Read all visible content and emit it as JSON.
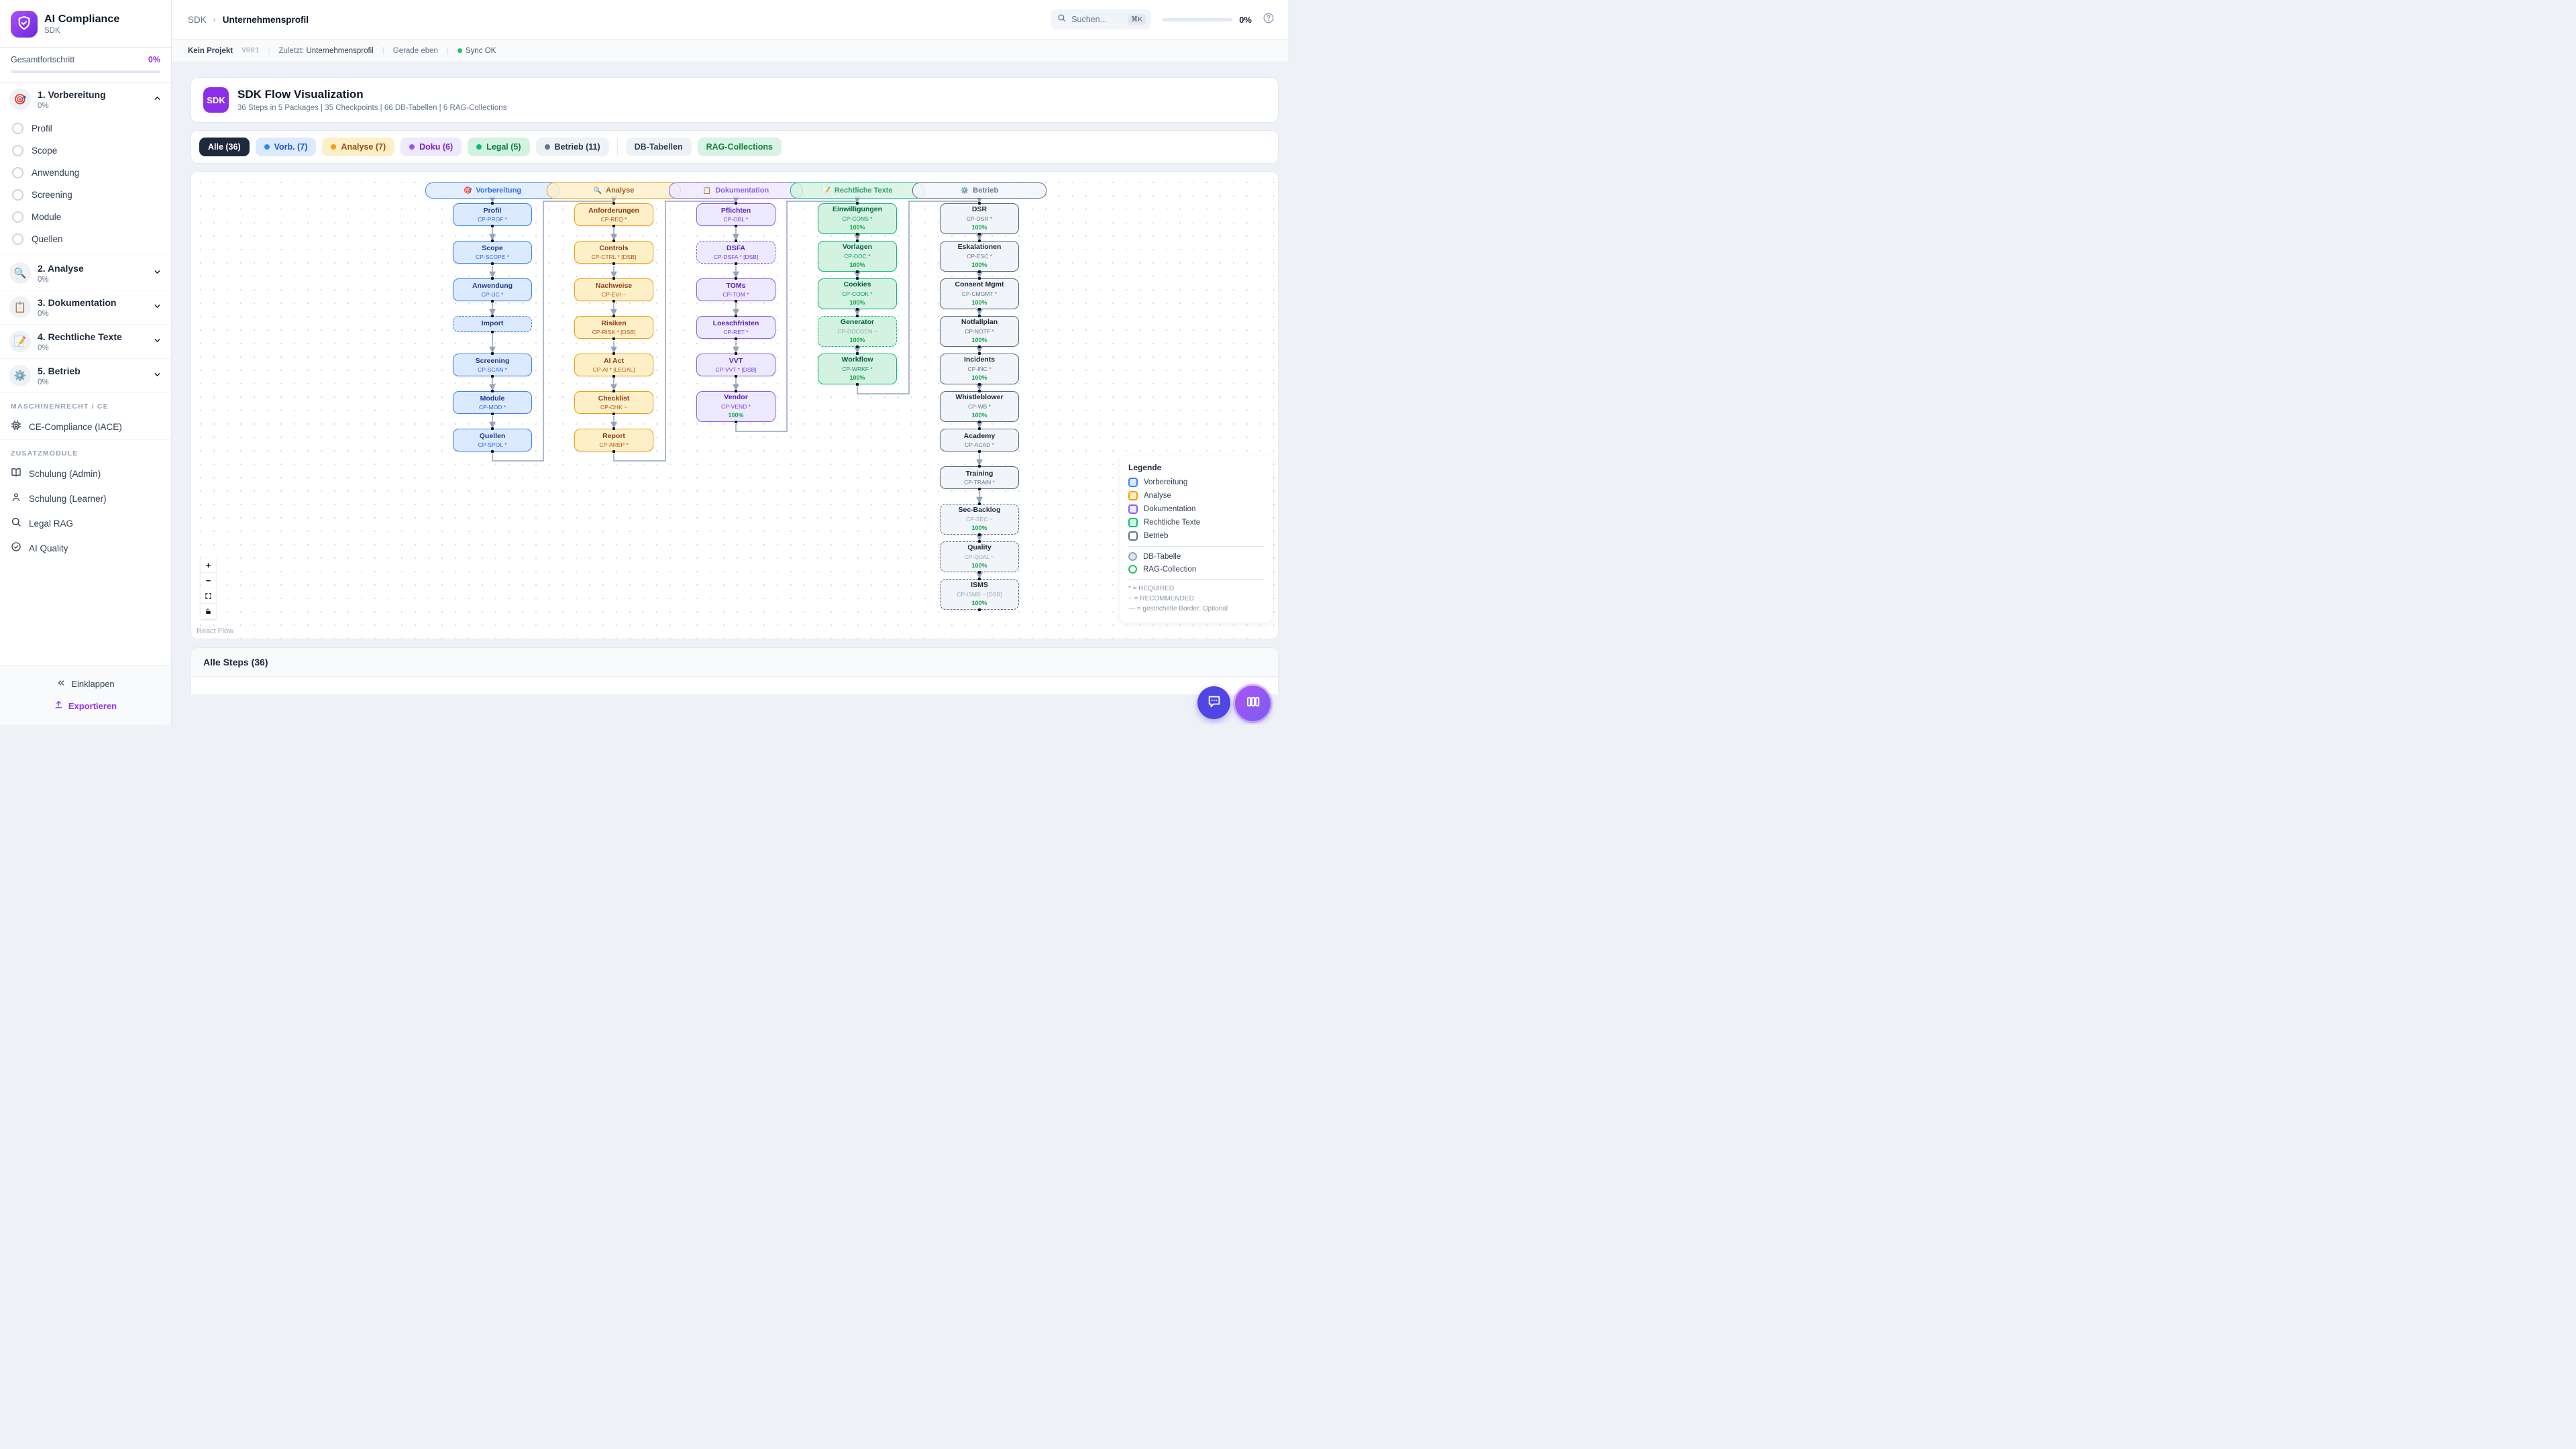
{
  "app": {
    "name": "AI Compliance",
    "subtitle": "SDK"
  },
  "sidebar": {
    "overall": {
      "label": "Gesamtfortschritt",
      "value": "0%",
      "percent": 0
    },
    "packages": [
      {
        "label": "1. Vorbereitung",
        "emoji": "🎯",
        "percent": "0%",
        "expanded": true,
        "items": [
          "Profil",
          "Scope",
          "Anwendung",
          "Screening",
          "Module",
          "Quellen"
        ]
      },
      {
        "label": "2. Analyse",
        "emoji": "🔍",
        "percent": "0%",
        "expanded": false,
        "items": []
      },
      {
        "label": "3. Dokumentation",
        "emoji": "📋",
        "percent": "0%",
        "expanded": false,
        "items": []
      },
      {
        "label": "4. Rechtliche Texte",
        "emoji": "📝",
        "percent": "0%",
        "expanded": false,
        "items": []
      },
      {
        "label": "5. Betrieb",
        "emoji": "⚙️",
        "percent": "0%",
        "expanded": false,
        "items": []
      }
    ],
    "sections": [
      {
        "title": "MASCHINENRECHT / CE",
        "items": [
          {
            "label": "CE-Compliance (IACE)",
            "icon": "cpu-icon"
          }
        ]
      },
      {
        "title": "ZUSATZMODULE",
        "items": [
          {
            "label": "Schulung (Admin)",
            "icon": "book-icon"
          },
          {
            "label": "Schulung (Learner)",
            "icon": "user-icon"
          },
          {
            "label": "Legal RAG",
            "icon": "search-icon"
          },
          {
            "label": "AI Quality",
            "icon": "check-circle-icon"
          }
        ]
      }
    ],
    "footer": {
      "collapse": "Einklappen",
      "export": "Exportieren"
    }
  },
  "topbar": {
    "breadcrumb": {
      "root": "SDK",
      "current": "Unternehmensprofil"
    },
    "search": {
      "placeholder": "Suchen...",
      "shortcut": "⌘K"
    },
    "progress": {
      "value": "0%",
      "percent": 0
    }
  },
  "statusbar": {
    "project": "Kein Projekt",
    "version": "V001",
    "last_label": "Zuletzt:",
    "last_value": "Unternehmensprofil",
    "time": "Gerade eben",
    "sync": "Sync OK"
  },
  "header_card": {
    "badge": "SDK",
    "title": "SDK Flow Visualization",
    "subtitle": "36 Steps in 5 Packages | 35 Checkpoints | 66 DB-Tabellen | 6 RAG-Collections"
  },
  "filters": [
    {
      "label": "Alle (36)",
      "style": "active",
      "dot": false
    },
    {
      "label": "Vorb. (7)",
      "style": "blue",
      "dot": true
    },
    {
      "label": "Analyse (7)",
      "style": "amber",
      "dot": true
    },
    {
      "label": "Doku (6)",
      "style": "purple",
      "dot": true
    },
    {
      "label": "Legal (5)",
      "style": "green",
      "dot": true
    },
    {
      "label": "Betrieb (11)",
      "style": "slate",
      "dot": true
    },
    {
      "label": "DB-Tabellen",
      "style": "gray2",
      "dot": false,
      "sep_before": true
    },
    {
      "label": "RAG-Collections",
      "style": "green2",
      "dot": false
    }
  ],
  "flow": {
    "packages": [
      {
        "name": "Vorbereitung",
        "emoji": "🎯",
        "color": "blue",
        "nodes": [
          {
            "title": "Profil",
            "code": "CP-PROF *"
          },
          {
            "title": "Scope",
            "code": "CP-SCOPE *"
          },
          {
            "title": "Anwendung",
            "code": "CP-UC *"
          },
          {
            "title": "Import",
            "code": "",
            "dashed": true
          },
          {
            "title": "Screening",
            "code": "CP-SCAN *"
          },
          {
            "title": "Module",
            "code": "CP-MOD *"
          },
          {
            "title": "Quellen",
            "code": "CP-SPOL *"
          }
        ]
      },
      {
        "name": "Analyse",
        "emoji": "🔍",
        "color": "amber",
        "nodes": [
          {
            "title": "Anforderungen",
            "code": "CP-REQ *"
          },
          {
            "title": "Controls",
            "code": "CP-CTRL * [DSB]"
          },
          {
            "title": "Nachweise",
            "code": "CP-EVI ~"
          },
          {
            "title": "Risiken",
            "code": "CP-RISK * [DSB]"
          },
          {
            "title": "AI Act",
            "code": "CP-AI * [LEGAL]"
          },
          {
            "title": "Checklist",
            "code": "CP-CHK ~"
          },
          {
            "title": "Report",
            "code": "CP-AREP *"
          }
        ]
      },
      {
        "name": "Dokumentation",
        "emoji": "📋",
        "color": "purple",
        "nodes": [
          {
            "title": "Pflichten",
            "code": "CP-OBL *"
          },
          {
            "title": "DSFA",
            "code": "CP-DSFA * [DSB]",
            "dashed": true
          },
          {
            "title": "TOMs",
            "code": "CP-TOM *"
          },
          {
            "title": "Loeschfristen",
            "code": "CP-RET *"
          },
          {
            "title": "VVT",
            "code": "CP-VVT * [DSB]"
          },
          {
            "title": "Vendor",
            "code": "CP-VEND *",
            "progress": "100%"
          }
        ]
      },
      {
        "name": "Rechtliche Texte",
        "emoji": "📝",
        "color": "green",
        "nodes": [
          {
            "title": "Einwilligungen",
            "code": "CP-CONS *",
            "progress": "100%"
          },
          {
            "title": "Vorlagen",
            "code": "CP-DOC *",
            "progress": "100%"
          },
          {
            "title": "Cookies",
            "code": "CP-COOK *",
            "progress": "100%"
          },
          {
            "title": "Generator",
            "code": "CP-DOCGEN ~",
            "progress": "100%",
            "dashed": true,
            "muted": true
          },
          {
            "title": "Workflow",
            "code": "CP-WRKF *",
            "progress": "100%"
          }
        ]
      },
      {
        "name": "Betrieb",
        "emoji": "⚙️",
        "color": "slate",
        "nodes": [
          {
            "title": "DSR",
            "code": "CP-DSR *",
            "progress": "100%"
          },
          {
            "title": "Eskalationen",
            "code": "CP-ESC *",
            "progress": "100%"
          },
          {
            "title": "Consent Mgmt",
            "code": "CP-CMGMT *",
            "progress": "100%"
          },
          {
            "title": "Notfallplan",
            "code": "CP-NOTF *",
            "progress": "100%"
          },
          {
            "title": "Incidents",
            "code": "CP-INC *",
            "progress": "100%"
          },
          {
            "title": "Whistleblower",
            "code": "CP-WB *",
            "progress": "100%"
          },
          {
            "title": "Academy",
            "code": "CP-ACAD *"
          },
          {
            "title": "Training",
            "code": "CP-TRAIN *"
          },
          {
            "title": "Sec-Backlog",
            "code": "CP-SEC ~",
            "progress": "100%",
            "dashed": true,
            "muted": true
          },
          {
            "title": "Quality",
            "code": "CP-QUAL ~",
            "progress": "100%",
            "dashed": true,
            "muted": true
          },
          {
            "title": "ISMS",
            "code": "CP-ISMS ~ [DSB]",
            "progress": "100%",
            "dashed": true,
            "muted": true
          }
        ]
      }
    ],
    "legend": {
      "title": "Legende",
      "swatches": [
        {
          "label": "Vorbereitung",
          "color": "blue"
        },
        {
          "label": "Analyse",
          "color": "amber"
        },
        {
          "label": "Dokumentation",
          "color": "purple"
        },
        {
          "label": "Rechtliche Texte",
          "color": "green"
        },
        {
          "label": "Betrieb",
          "color": "slate"
        }
      ],
      "circles": [
        {
          "label": "DB-Tabelle",
          "color": "gray"
        },
        {
          "label": "RAG-Collection",
          "color": "green"
        }
      ],
      "notes": [
        "* = REQUIRED",
        "~ = RECOMMENDED",
        "--- = gestrichelte Border: Optional"
      ]
    },
    "attribution": "React Flow"
  },
  "steps_panel": {
    "title": "Alle Steps (36)"
  },
  "colors": {
    "accent": "#9333ea",
    "sync_green": "#22c55e",
    "progress_green": "#22c55e",
    "edge": "#94a3b8",
    "active_chip": "#1e293b",
    "blue": "#3b82f6",
    "amber": "#f59e0b",
    "purple": "#8b5cf6",
    "green": "#10b981",
    "slate": "#64748b"
  }
}
